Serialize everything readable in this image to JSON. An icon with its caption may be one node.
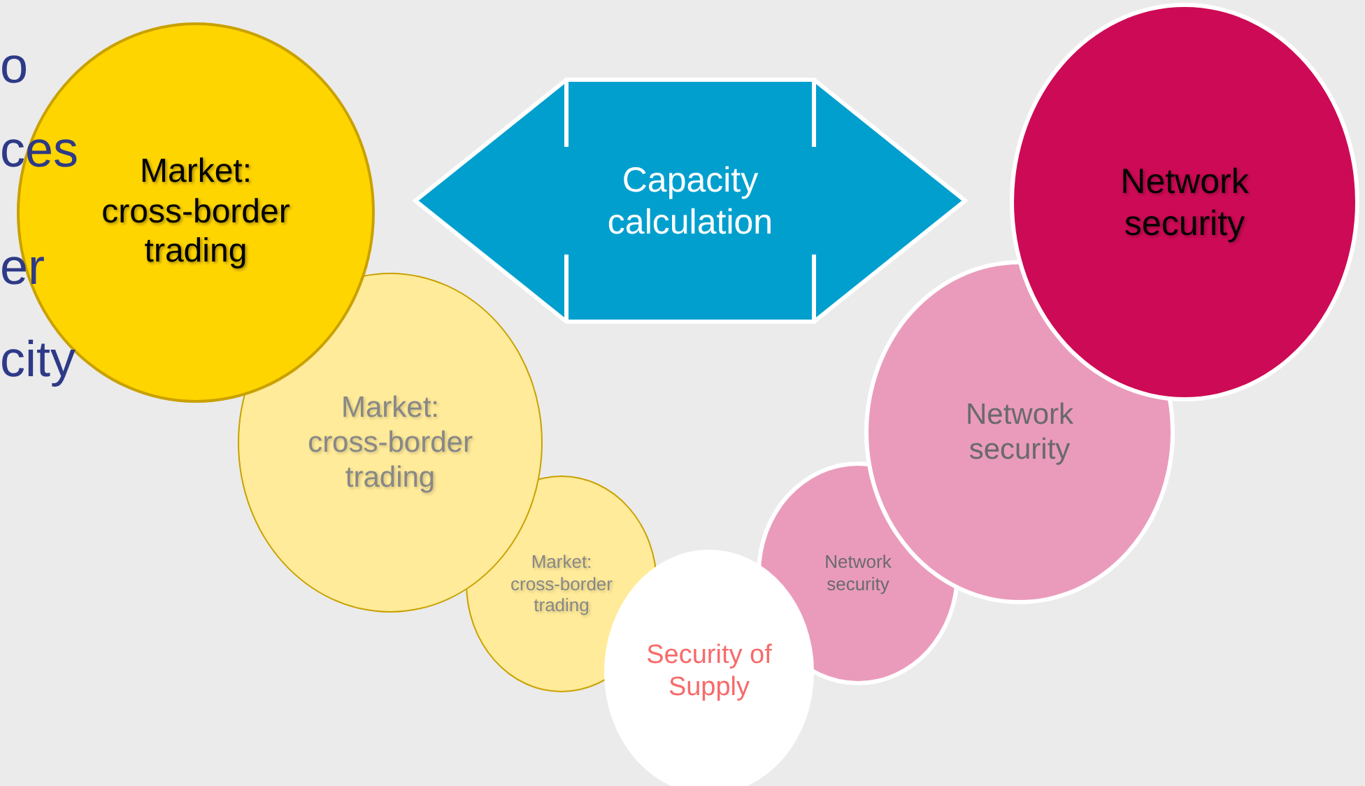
{
  "diagram": {
    "nodes": [
      {
        "text": [
          "Market: cross-border trading"
        ]
      },
      {
        "text": [
          "Capacity calculation"
        ]
      },
      {
        "text": [
          "Network security"
        ]
      },
      {
        "text": [
          "Market: cross-border trading"
        ]
      },
      {
        "text": [
          "Network security"
        ]
      },
      {
        "text": [
          "Market: cross-border trading"
        ]
      },
      {
        "text": [
          "Network security"
        ]
      },
      {
        "text": [
          "Security of Supply"
        ]
      }
    ],
    "labels": [
      "o",
      "ces",
      "er",
      "city"
    ]
  }
}
